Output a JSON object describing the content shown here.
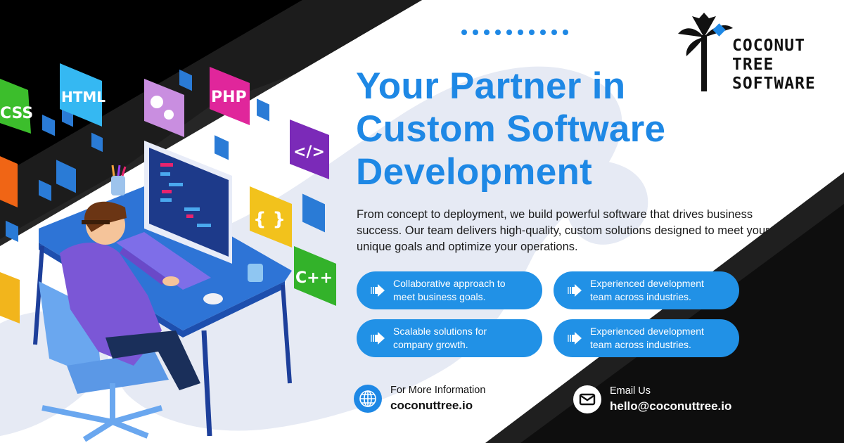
{
  "brand": {
    "logo_lines": [
      "COCONUT",
      "TREE",
      "SOFTWARE"
    ],
    "accent_color": "#1e88e5",
    "dark_color": "#111111"
  },
  "illustration": {
    "tiles": [
      "CSS",
      "HTML",
      "PHP",
      "</>",
      "{ }",
      "C++"
    ]
  },
  "hero": {
    "title_lines": [
      "Your Partner in",
      "Custom Software",
      "Development"
    ],
    "description": "From concept to deployment, we build powerful software that drives business success. Our team delivers high-quality, custom solutions designed to meet your unique goals and optimize your operations."
  },
  "features": [
    {
      "icon": "arrow-right-icon",
      "text_lines": [
        "Collaborative approach to",
        "meet business goals."
      ]
    },
    {
      "icon": "arrow-right-icon",
      "text_lines": [
        "Experienced development",
        "team across industries."
      ]
    },
    {
      "icon": "arrow-right-icon",
      "text_lines": [
        "Scalable solutions for",
        "company growth."
      ]
    },
    {
      "icon": "arrow-right-icon",
      "text_lines": [
        "Experienced development",
        "team across industries."
      ]
    }
  ],
  "contacts": {
    "website": {
      "icon": "globe-icon",
      "label": "For More Information",
      "value": "coconuttree.io"
    },
    "email": {
      "icon": "envelope-icon",
      "label": "Email Us",
      "value": "hello@coconuttree.io"
    }
  }
}
